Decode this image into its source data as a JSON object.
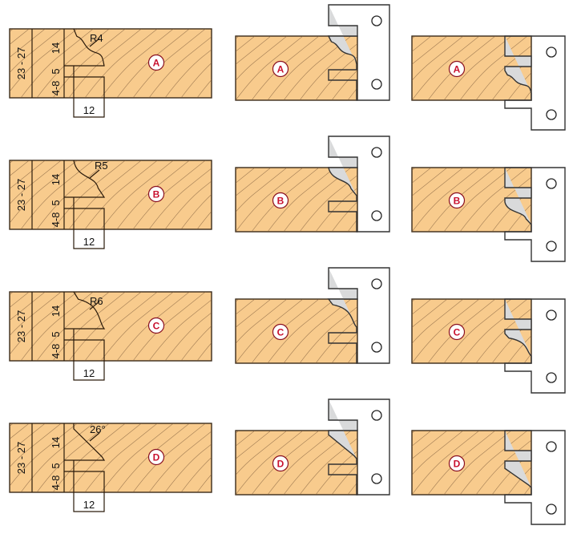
{
  "colors": {
    "wood": "#f8cb8d",
    "tool": "#d9dadb",
    "badge": "#c8102e"
  },
  "dimensions": {
    "thickness": "23 - 27",
    "profile_height": "14",
    "groove_depth": "4-8",
    "groove_width": "5",
    "tenon_length": "12"
  },
  "rows": [
    {
      "label": "A",
      "profile": "R4",
      "shape": "ogee"
    },
    {
      "label": "B",
      "profile": "R5",
      "shape": "cove"
    },
    {
      "label": "C",
      "profile": "R6",
      "shape": "ovolo"
    },
    {
      "label": "D",
      "profile": "26°",
      "shape": "bevel"
    }
  ]
}
